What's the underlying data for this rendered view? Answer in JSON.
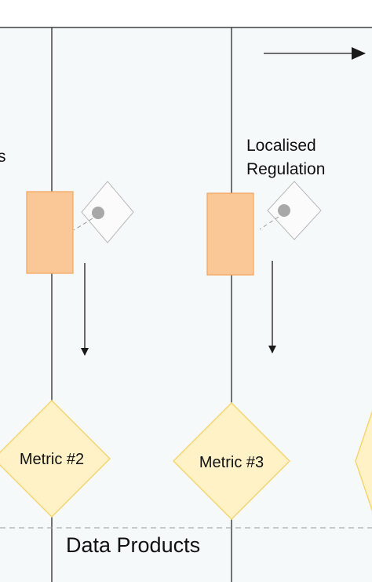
{
  "diagram": {
    "left_cut_label": "s",
    "lanes": [
      {
        "regulation_label_lines": [],
        "metric_label": "Metric #2"
      },
      {
        "regulation_label_lines": [
          "Localised",
          "Regulation"
        ],
        "metric_label": "Metric #3"
      }
    ],
    "section_label": "Data Products"
  },
  "colors": {
    "panel_fill": "#f6f9f9",
    "line": "#1a1a1a",
    "task_fill": "#f9c896",
    "task_stroke": "#f3a35b",
    "diamond_fill": "#fff2c7",
    "diamond_stroke": "#f5d36b",
    "gateway_stroke": "#b8b8b8",
    "gateway_dot": "#a8a8a8",
    "divider": "#9a9a9a"
  }
}
